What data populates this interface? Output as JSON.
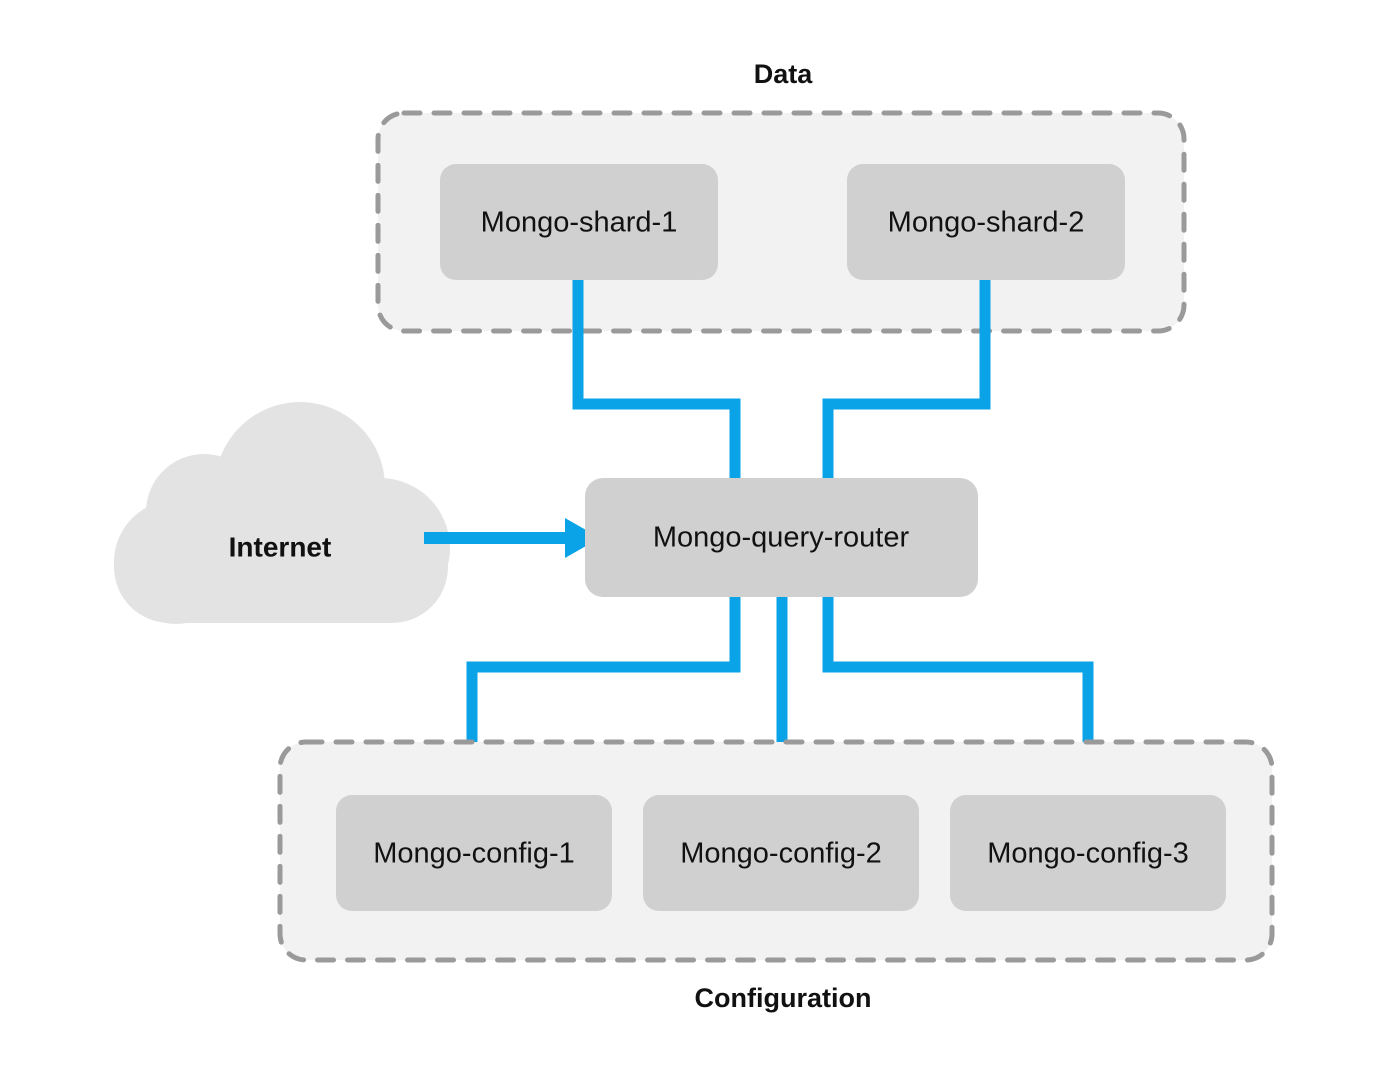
{
  "diagram": {
    "title_data": "Data",
    "title_configuration": "Configuration",
    "colors": {
      "link": "#0aa3e8",
      "node_fill": "#d0d0d0",
      "group_fill": "#f2f2f2",
      "group_border": "#9a9a9a",
      "cloud_fill": "#e3e3e3",
      "text": "#111111",
      "background": "#ffffff"
    },
    "data_group": {
      "label": "Data",
      "nodes": [
        {
          "id": "mongo-shard-1",
          "label": "Mongo-shard-1"
        },
        {
          "id": "mongo-shard-2",
          "label": "Mongo-shard-2"
        }
      ]
    },
    "router": {
      "id": "mongo-query-router",
      "label": "Mongo-query-router"
    },
    "cloud": {
      "id": "internet",
      "label": "Internet"
    },
    "config_group": {
      "label": "Configuration",
      "nodes": [
        {
          "id": "mongo-config-1",
          "label": "Mongo-config-1"
        },
        {
          "id": "mongo-config-2",
          "label": "Mongo-config-2"
        },
        {
          "id": "mongo-config-3",
          "label": "Mongo-config-3"
        }
      ]
    },
    "connections": [
      {
        "from": "mongo-shard-1",
        "to": "mongo-query-router",
        "style": "elbow"
      },
      {
        "from": "mongo-shard-2",
        "to": "mongo-query-router",
        "style": "elbow"
      },
      {
        "from": "internet",
        "to": "mongo-query-router",
        "style": "arrow"
      },
      {
        "from": "mongo-query-router",
        "to": "mongo-config-1",
        "style": "elbow"
      },
      {
        "from": "mongo-query-router",
        "to": "mongo-config-2",
        "style": "straight"
      },
      {
        "from": "mongo-query-router",
        "to": "mongo-config-3",
        "style": "elbow"
      }
    ]
  }
}
